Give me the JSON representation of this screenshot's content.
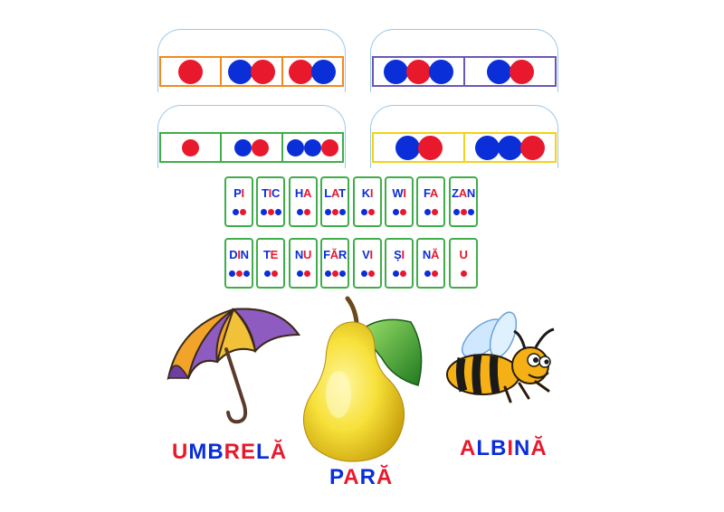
{
  "colors": {
    "vowel": "#e8192c",
    "consonant": "#0a2ed8",
    "card_border": "#3fae4a"
  },
  "panels": [
    {
      "id": "panel-top-left",
      "border": "#f08a1e",
      "size": "big",
      "segments": [
        [
          "red"
        ],
        [
          "blue",
          "red"
        ],
        [
          "red",
          "blue"
        ]
      ]
    },
    {
      "id": "panel-top-right",
      "border": "#6a58b8",
      "size": "big",
      "segments": [
        [
          "blue",
          "red",
          "blue"
        ],
        [
          "blue",
          "red"
        ]
      ]
    },
    {
      "id": "panel-mid-left",
      "border": "#3fae4a",
      "size": "small",
      "segments": [
        [
          "red"
        ],
        [
          "blue",
          "red"
        ],
        [
          "blue",
          "blue",
          "red"
        ]
      ]
    },
    {
      "id": "panel-mid-right",
      "border": "#f2d21a",
      "size": "big",
      "segments": [
        [
          "blue",
          "red"
        ],
        [
          "blue",
          "blue",
          "red"
        ]
      ]
    }
  ],
  "cards_row1": [
    {
      "syllable": [
        [
          "P",
          "blue"
        ],
        [
          "I",
          "red"
        ]
      ],
      "dots": [
        "blue",
        "red"
      ]
    },
    {
      "syllable": [
        [
          "T",
          "blue"
        ],
        [
          "I",
          "red"
        ],
        [
          "C",
          "blue"
        ]
      ],
      "dots": [
        "blue",
        "red",
        "blue"
      ]
    },
    {
      "syllable": [
        [
          "H",
          "blue"
        ],
        [
          "A",
          "red"
        ]
      ],
      "dots": [
        "blue",
        "red"
      ]
    },
    {
      "syllable": [
        [
          "L",
          "blue"
        ],
        [
          "A",
          "red"
        ],
        [
          "T",
          "blue"
        ]
      ],
      "dots": [
        "blue",
        "red",
        "blue"
      ]
    },
    {
      "syllable": [
        [
          "K",
          "blue"
        ],
        [
          "I",
          "red"
        ]
      ],
      "dots": [
        "blue",
        "red"
      ]
    },
    {
      "syllable": [
        [
          "W",
          "blue"
        ],
        [
          "I",
          "red"
        ]
      ],
      "dots": [
        "blue",
        "red"
      ]
    },
    {
      "syllable": [
        [
          "F",
          "blue"
        ],
        [
          "A",
          "red"
        ]
      ],
      "dots": [
        "blue",
        "red"
      ]
    },
    {
      "syllable": [
        [
          "Z",
          "blue"
        ],
        [
          "A",
          "red"
        ],
        [
          "N",
          "blue"
        ]
      ],
      "dots": [
        "blue",
        "red",
        "blue"
      ]
    }
  ],
  "cards_row2": [
    {
      "syllable": [
        [
          "D",
          "blue"
        ],
        [
          "I",
          "red"
        ],
        [
          "N",
          "blue"
        ]
      ],
      "dots": [
        "blue",
        "red",
        "blue"
      ]
    },
    {
      "syllable": [
        [
          "T",
          "blue"
        ],
        [
          "E",
          "red"
        ]
      ],
      "dots": [
        "blue",
        "red"
      ]
    },
    {
      "syllable": [
        [
          "N",
          "blue"
        ],
        [
          "U",
          "red"
        ]
      ],
      "dots": [
        "blue",
        "red"
      ]
    },
    {
      "syllable": [
        [
          "F",
          "blue"
        ],
        [
          "Ă",
          "red"
        ],
        [
          "R",
          "blue"
        ]
      ],
      "dots": [
        "blue",
        "red",
        "blue"
      ]
    },
    {
      "syllable": [
        [
          "V",
          "blue"
        ],
        [
          "I",
          "red"
        ]
      ],
      "dots": [
        "blue",
        "red"
      ]
    },
    {
      "syllable": [
        [
          "Ș",
          "blue"
        ],
        [
          "I",
          "red"
        ]
      ],
      "dots": [
        "blue",
        "red"
      ]
    },
    {
      "syllable": [
        [
          "N",
          "blue"
        ],
        [
          "Ă",
          "red"
        ]
      ],
      "dots": [
        "blue",
        "red"
      ]
    },
    {
      "syllable": [
        [
          "U",
          "red"
        ]
      ],
      "dots": [
        "red"
      ]
    }
  ],
  "words": {
    "umbrella": [
      [
        "U",
        "red"
      ],
      [
        "MB",
        "blue"
      ],
      [
        "RE",
        "red"
      ],
      [
        "L",
        "blue"
      ],
      [
        "Ă",
        "red"
      ]
    ],
    "pear": [
      [
        "P",
        "blue"
      ],
      [
        "A",
        "red"
      ],
      [
        "R",
        "blue"
      ],
      [
        "Ă",
        "red"
      ]
    ],
    "bee": [
      [
        "A",
        "red"
      ],
      [
        "LB",
        "blue"
      ],
      [
        "I",
        "red"
      ],
      [
        "N",
        "blue"
      ],
      [
        "Ă",
        "red"
      ]
    ]
  },
  "pictures": {
    "umbrella": "umbrella-illustration",
    "pear": "pear-illustration",
    "bee": "bee-illustration"
  }
}
